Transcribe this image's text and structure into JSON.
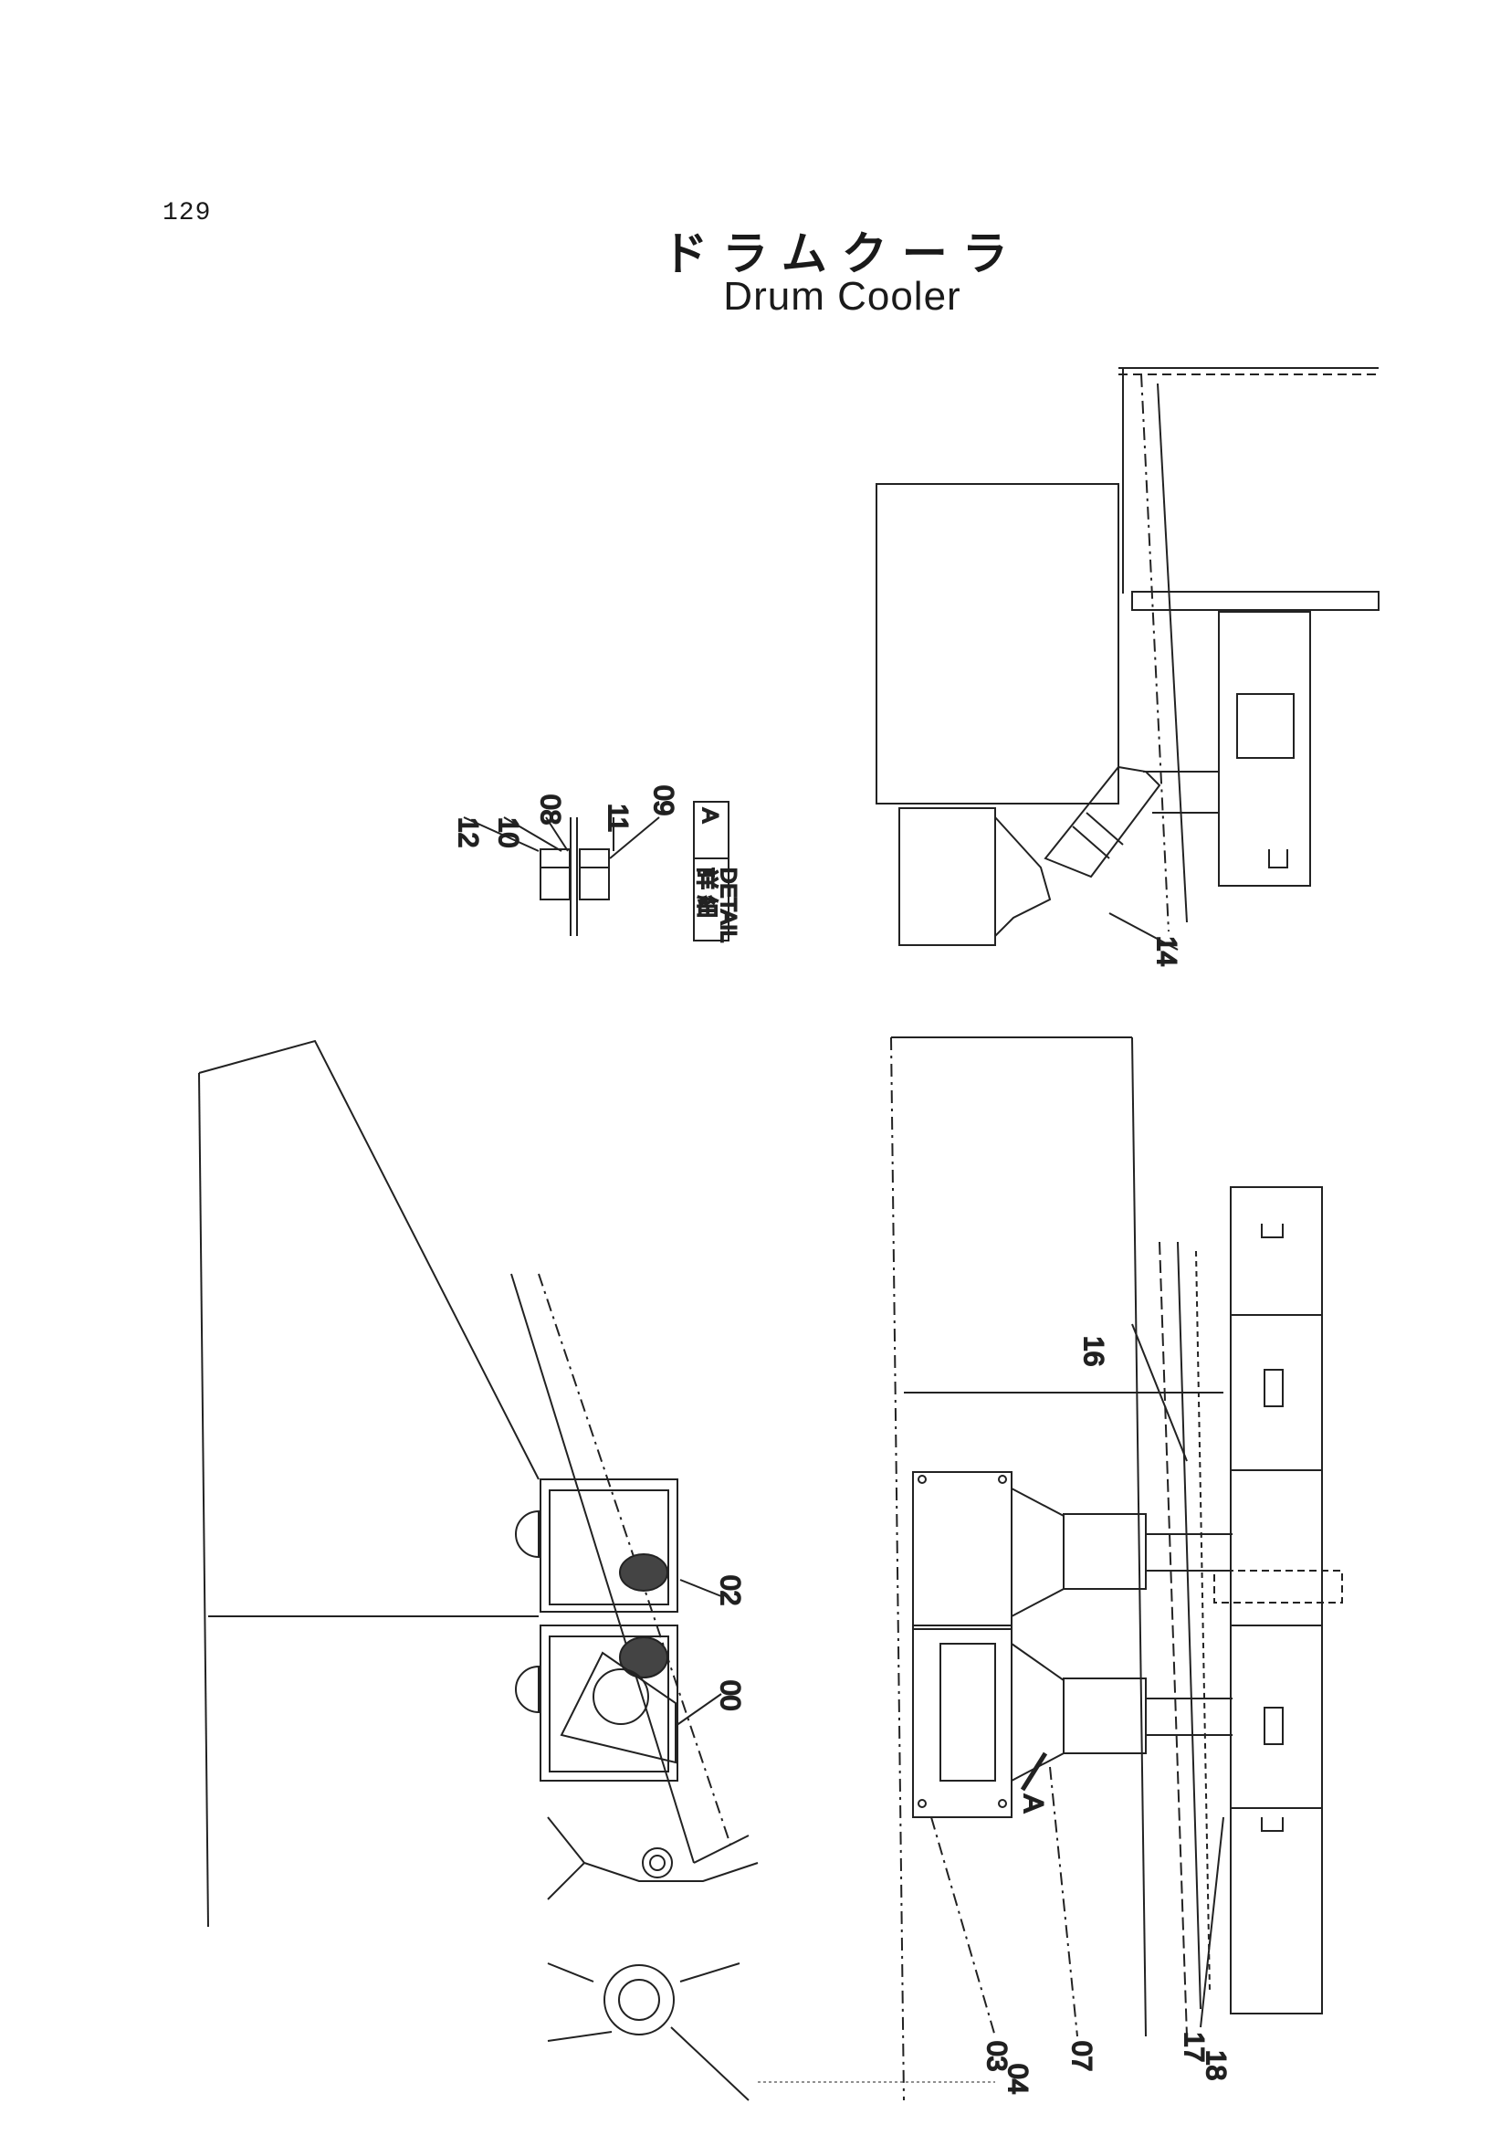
{
  "page": {
    "number": "129"
  },
  "title": {
    "japanese": "ドラムクーラ",
    "english": "Drum Cooler"
  },
  "detail": {
    "japanese": "詳 細",
    "english": "DETAIL",
    "letter": "A"
  },
  "view_marker": "A",
  "part_labels": {
    "p12": "12",
    "p10": "10",
    "p08": "08",
    "p11": "11",
    "p09": "09",
    "p14": "14",
    "p16": "16",
    "p02": "02",
    "p00": "00",
    "p03": "03",
    "p04": "04",
    "p07": "07",
    "p17": "17",
    "p18": "18"
  }
}
